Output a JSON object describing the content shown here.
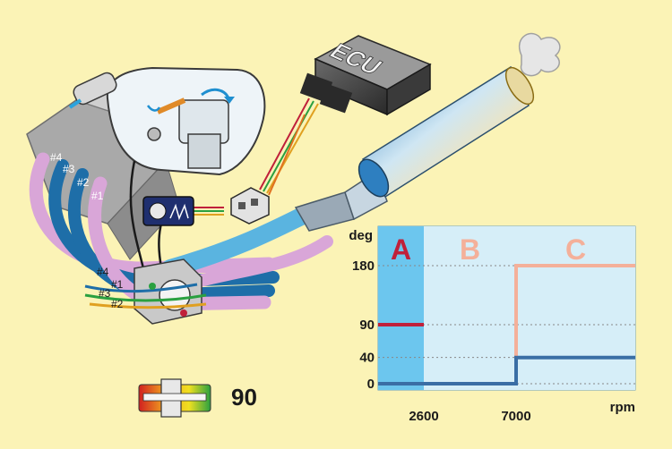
{
  "diagram": {
    "ecu_label": "ECU",
    "cylinder_labels": [
      "#4",
      "#3",
      "#2",
      "#1"
    ],
    "port_labels": [
      "#4",
      "#1",
      "#3",
      "#2"
    ],
    "valve_value": "90"
  },
  "chart_data": {
    "type": "line",
    "ylabel": "deg",
    "xlabel": "rpm",
    "y_ticks": [
      "180",
      "90",
      "40",
      "0"
    ],
    "x_ticks": [
      "2600",
      "7000"
    ],
    "zones": [
      {
        "name": "A",
        "from": 0,
        "to": 2600,
        "color": "#c0203a",
        "fill": "#6cc6ee"
      },
      {
        "name": "B",
        "from": 2600,
        "to": 7000,
        "color": "#f4b09a",
        "fill": "#d6eef8"
      },
      {
        "name": "C",
        "from": 7000,
        "to": 12500,
        "color": "#f4b09a",
        "fill": "#d6eef8"
      }
    ],
    "series": [
      {
        "color": "#c0203a",
        "points": [
          [
            0,
            90
          ],
          [
            2600,
            90
          ]
        ]
      },
      {
        "color": "#f4b09a",
        "points": [
          [
            2600,
            0
          ],
          [
            7000,
            0
          ],
          [
            7000,
            180
          ],
          [
            12500,
            180
          ]
        ]
      },
      {
        "color": "#3a6ea5",
        "points": [
          [
            0,
            0
          ],
          [
            2600,
            0
          ],
          [
            7000,
            0
          ],
          [
            7000,
            40
          ],
          [
            12500,
            40
          ]
        ]
      }
    ],
    "colors": {
      "primary": "#c0203a",
      "secondary": "#f4b09a",
      "baseline": "#3a6ea5",
      "panel": "#d6eef8"
    }
  }
}
